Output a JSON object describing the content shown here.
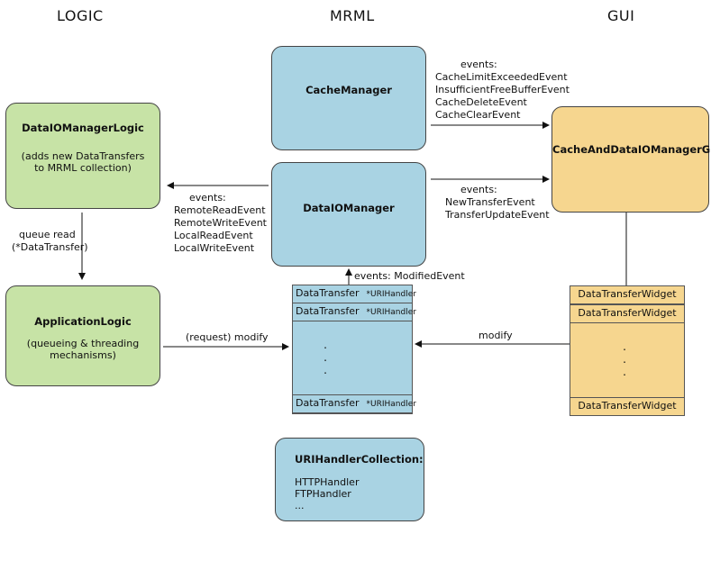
{
  "columns": {
    "logic": "LOGIC",
    "mrml": "MRML",
    "gui": "GUI"
  },
  "cache_manager": {
    "title": "CacheManager"
  },
  "dataio_manager": {
    "title": "DataIOManager"
  },
  "dataio_logic": {
    "title": "DataIOManagerLogic",
    "sub1": "(adds new DataTransfers",
    "sub2": "to MRML collection)"
  },
  "app_logic": {
    "title": "ApplicationLogic",
    "sub1": "(queueing & threading",
    "sub2": "mechanisms)"
  },
  "gui_box": {
    "title": "CacheAndDataIOManagerGUI"
  },
  "cache_events": {
    "label": "events:",
    "e1": "CacheLimitExceededEvent",
    "e2": "InsufficientFreeBufferEvent",
    "e3": "CacheDeleteEvent",
    "e4": "CacheClearEvent"
  },
  "transfer_events": {
    "label": "events:",
    "e1": "NewTransferEvent",
    "e2": "TransferUpdateEvent"
  },
  "logic_events": {
    "label": "events:",
    "e1": "RemoteReadEvent",
    "e2": "RemoteWriteEvent",
    "e3": "LocalReadEvent",
    "e4": "LocalWriteEvent"
  },
  "queue_read": {
    "l1": "queue read",
    "l2": "(*DataTransfer)"
  },
  "modified_event": "events: ModifiedEvent",
  "request_modify": "(request) modify",
  "modify": "modify",
  "data_transfers": {
    "label": "DataTransfer",
    "handler": "*URIHandler",
    "dot": "."
  },
  "widgets": {
    "label": "DataTransferWidget",
    "dot": "."
  },
  "uri_collection": {
    "title": "URIHandlerCollection:",
    "h1": "HTTPHandler",
    "h2": "FTPHandler",
    "h3": "..."
  }
}
